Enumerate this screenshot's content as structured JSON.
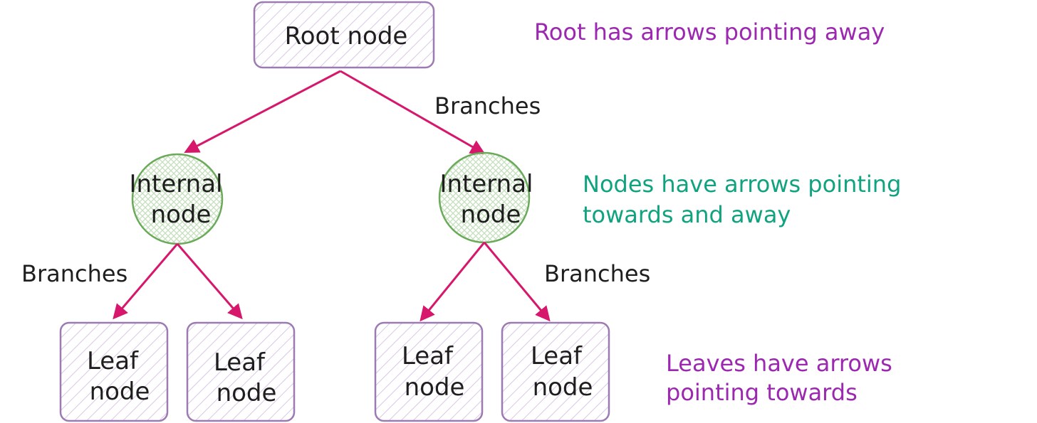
{
  "colors": {
    "box_stroke": "#9c7bb3",
    "box_hatch": "#d9c8e6",
    "circle_stroke": "#6aaa5a",
    "circle_hatch": "#c6dfbc",
    "arrow": "#d6176b",
    "text": "#1e1e1e",
    "root_note": "#9c27b0",
    "nodes_note": "#10a37f",
    "leaves_note": "#9c27b0"
  },
  "root": {
    "label": "Root node"
  },
  "internal_nodes": [
    {
      "line1": "Internal",
      "line2": "node"
    },
    {
      "line1": "Internal",
      "line2": "node"
    }
  ],
  "leaves": [
    {
      "line1": "Leaf",
      "line2": "node"
    },
    {
      "line1": "Leaf",
      "line2": "node"
    },
    {
      "line1": "Leaf",
      "line2": "node"
    },
    {
      "line1": "Leaf",
      "line2": "node"
    }
  ],
  "branch_labels": {
    "root_right": "Branches",
    "left_subtree": "Branches",
    "right_subtree": "Branches"
  },
  "notes": {
    "root": "Root has arrows pointing away",
    "nodes_line1": "Nodes have arrows pointing",
    "nodes_line2": "towards and away",
    "leaves_line1": "Leaves have arrows",
    "leaves_line2": "pointing towards"
  }
}
